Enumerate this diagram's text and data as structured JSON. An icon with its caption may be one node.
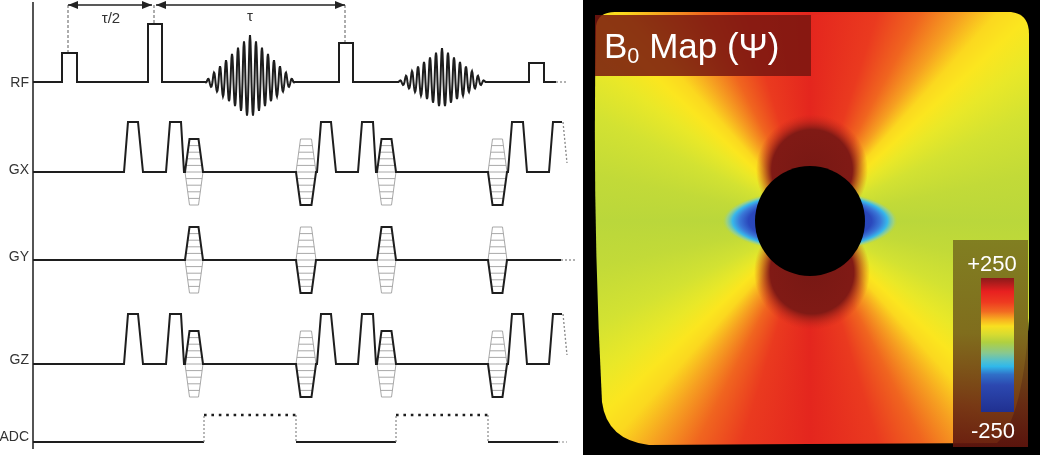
{
  "diagram": {
    "labels": [
      "τ/2",
      "τ",
      "RF",
      "GX",
      "GY",
      "GZ",
      "ADC",
      "B$_{0}$ Map (Ψ)",
      "+250",
      "-250"
    ]
  }
}
